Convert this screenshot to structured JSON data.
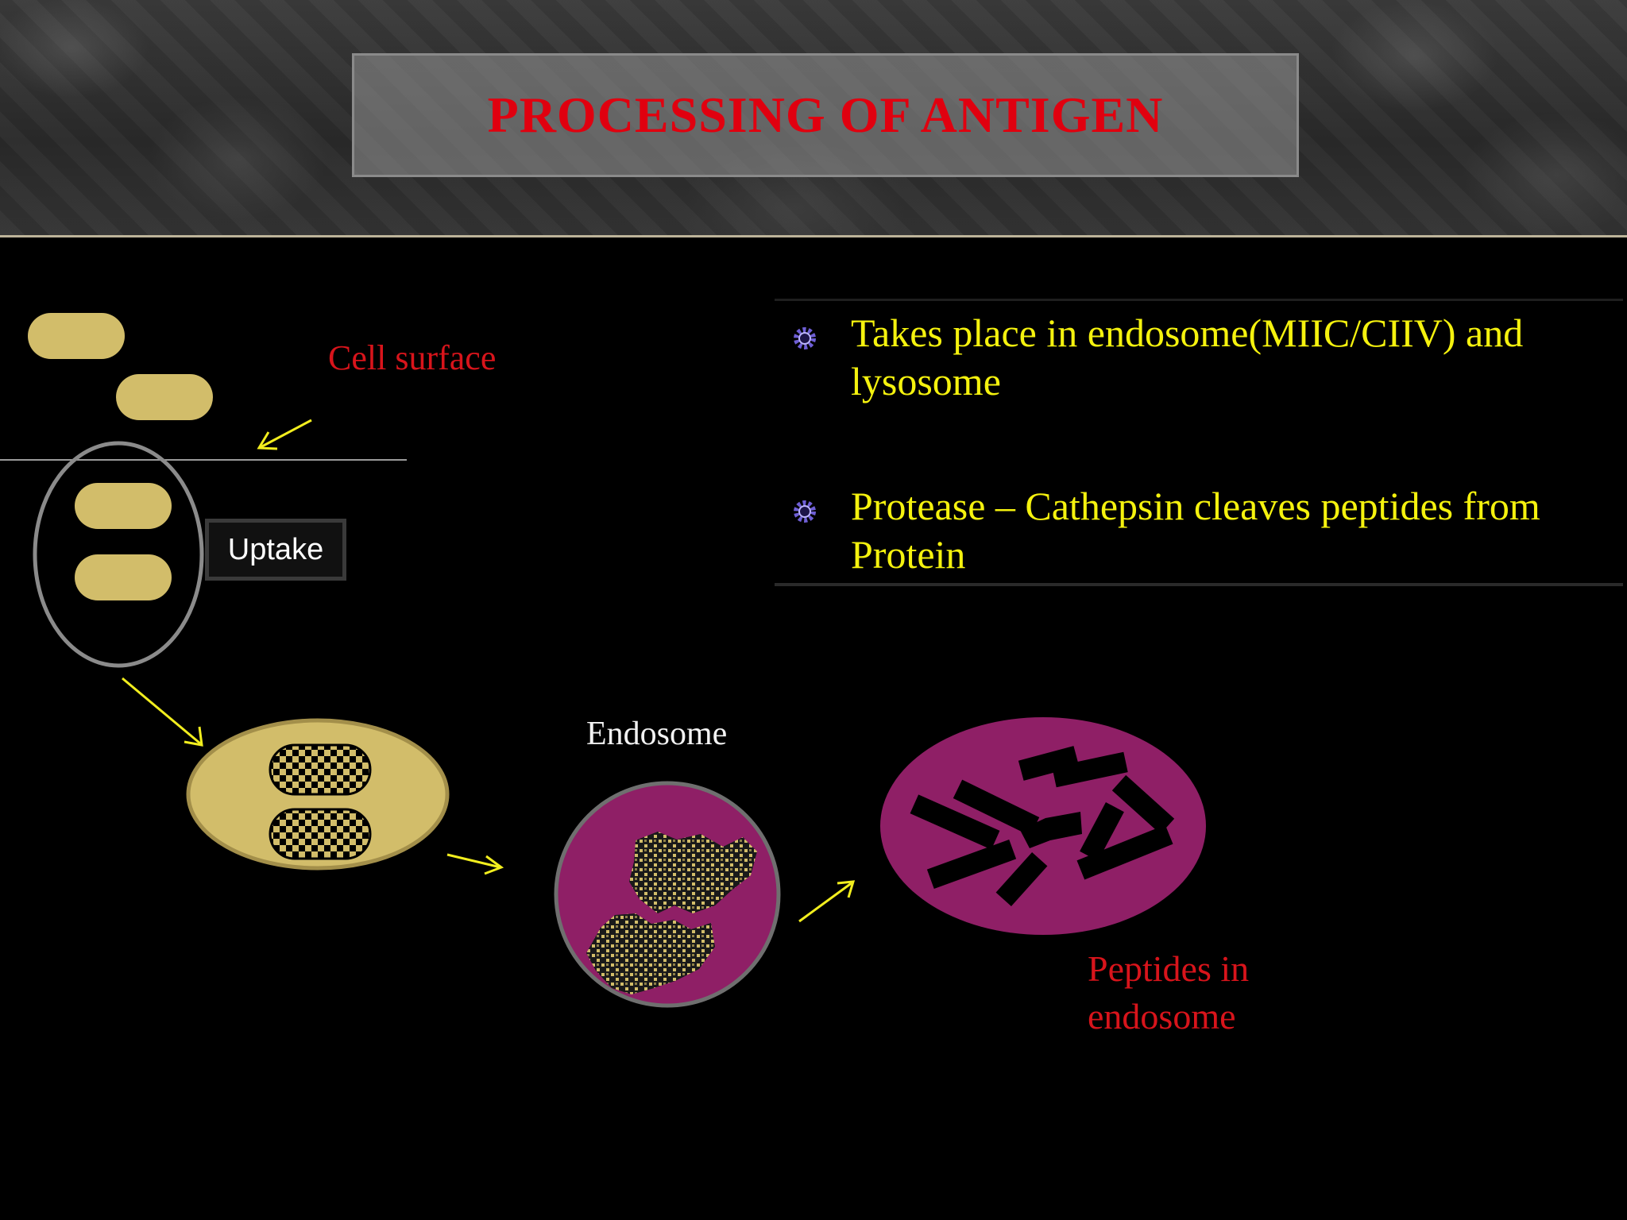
{
  "slide": {
    "title": "PROCESSING OF ANTIGEN"
  },
  "diagram": {
    "cell_surface_label": "Cell surface",
    "uptake_label": "Uptake",
    "endosome_label": "Endosome",
    "peptides_label_line1": "Peptides in",
    "peptides_label_line2": "endosome"
  },
  "bullets": [
    {
      "text": "Takes place in endosome(MIIC/CIIV) and lysosome"
    },
    {
      "text": "Protease – Cathepsin cleaves peptides from Protein"
    }
  ],
  "colors": {
    "title": "#e0000f",
    "bullet_text": "#f5f20e",
    "red_label": "#d8141b",
    "antigen": "#d2bd6a",
    "endosome_fill": "#8f1f66",
    "arrow": "#f2ee1e"
  },
  "icons": {
    "bullet": "gear-bullet-icon"
  }
}
